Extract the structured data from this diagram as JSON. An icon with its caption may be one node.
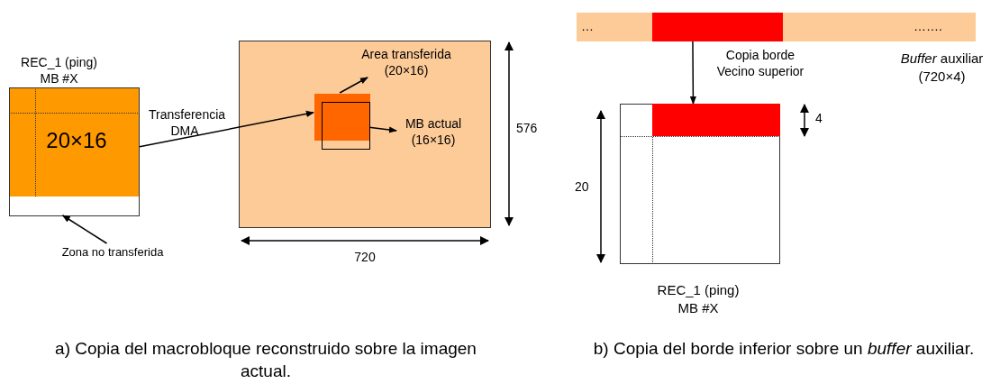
{
  "diagram": {
    "nodes": [
      {
        "text": [
          "REC_1 (ping) MB #X",
          "20×16"
        ]
      },
      {
        "text": [
          "Zona no transferida"
        ]
      },
      {
        "text": [],
        "shape": "box",
        "in": 0
      },
      {
        "text": [],
        "shape": "box"
      },
      {
        "text": [
          "Area transferida (20×16)"
        ],
        "in": 3
      },
      {
        "text": [],
        "shape": "box",
        "in": 3
      },
      {
        "text": [],
        "shape": "box",
        "in": 3
      },
      {
        "text": [
          "MB actual (16×16)"
        ],
        "in": 3
      },
      {
        "text": [
          "…",
          "……."
        ],
        "beside": [
          "*Buffer* auxiliar (720×4)"
        ]
      },
      {
        "text": [],
        "shape": "box",
        "in": 8
      },
      {
        "text": [
          "REC_1 (ping) MB #X"
        ]
      },
      {
        "text": [],
        "shape": "box",
        "in": 10
      }
    ],
    "edges": [
      {
        "from": 1,
        "to": 2,
        "arrow": "to"
      },
      {
        "from": 0,
        "to": 5,
        "arrow": "to",
        "label": "Transferencia DMA"
      },
      {
        "from": 5,
        "to": 4,
        "arrow": "to"
      },
      {
        "from": 6,
        "to": 7,
        "arrow": "to"
      },
      {
        "from": 9,
        "to": 11,
        "arrow": "to",
        "label": "Copia borde Vecino superior"
      }
    ],
    "labels": [
      "576",
      "720",
      "4",
      "20",
      "a) Copia del macrobloque reconstruido sobre la imagen actual.",
      "b) Copia del borde inferior sobre un *buffer* auxiliar."
    ]
  }
}
